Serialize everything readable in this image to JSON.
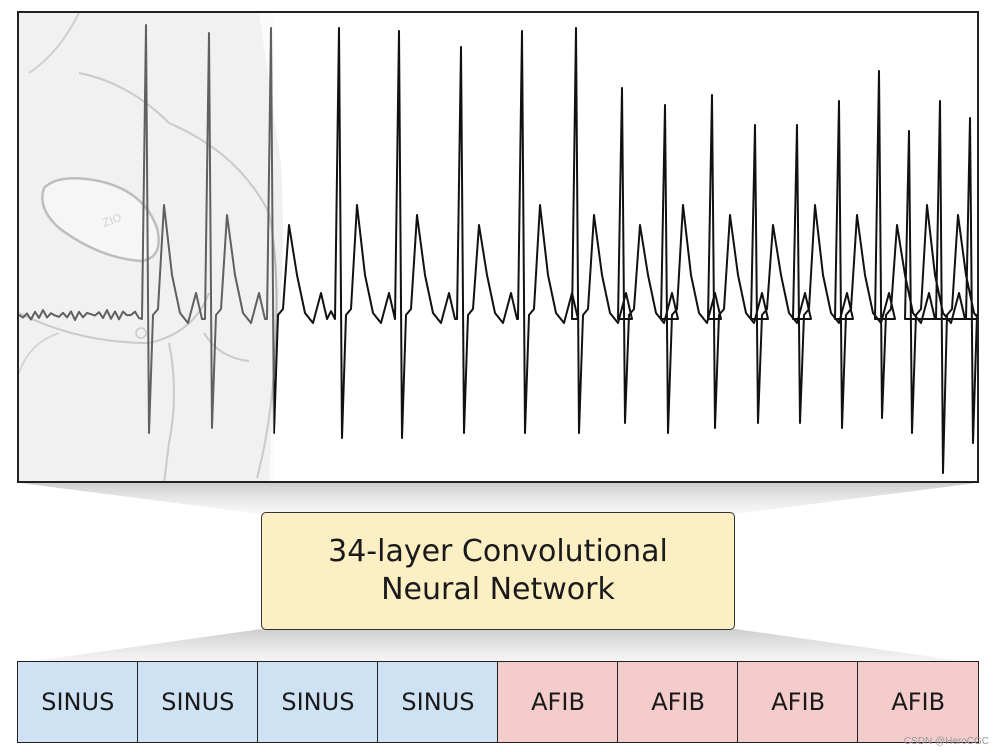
{
  "network_label": "34-layer Convolutional\nNeural Network",
  "segments": [
    {
      "label": "SINUS",
      "class": "sinus"
    },
    {
      "label": "SINUS",
      "class": "sinus"
    },
    {
      "label": "SINUS",
      "class": "sinus"
    },
    {
      "label": "SINUS",
      "class": "sinus"
    },
    {
      "label": "AFIB",
      "class": "afib"
    },
    {
      "label": "AFIB",
      "class": "afib"
    },
    {
      "label": "AFIB",
      "class": "afib"
    },
    {
      "label": "AFIB",
      "class": "afib"
    }
  ],
  "colors": {
    "sinus": "#cfe2f3",
    "afib": "#f4cccc",
    "network_box": "#fcefc4",
    "trace": "#111111"
  },
  "device_label": "ZIO",
  "watermark": "CSDN @HeroCGC",
  "icons": [
    "chest-illustration",
    "zio-patch-icon"
  ]
}
